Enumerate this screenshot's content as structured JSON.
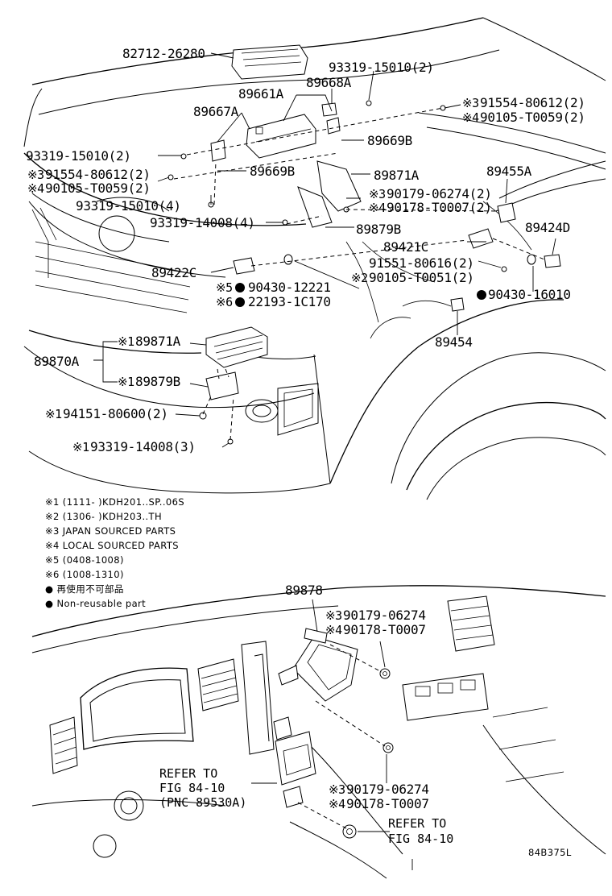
{
  "figure_code": "84B375L",
  "upper_labels": {
    "p82712": "82712-26280",
    "p93319a": "93319-15010(2)",
    "p89661a": "89661A",
    "p89668a": "89668A",
    "p91554r": "91554-80612(2)",
    "p90105r": "90105-T0059(2)",
    "p89667a": "89667A",
    "p89669b1": "89669B",
    "p93319b": "93319-15010(2)",
    "p91554l": "91554-80612(2)",
    "p90105l": "90105-T0059(2)",
    "p89669b2": "89669B",
    "p89871a1": "89871A",
    "p89455a": "89455A",
    "p90179a": "90179-06274(2)",
    "p90178a": "90178-T0007(2)",
    "p93319c": "93319-15010(4)",
    "p93319d": "93319-14008(4)",
    "p89879b1": "89879B",
    "p89424d": "89424D",
    "p89421c": "89421C",
    "p91551": "91551-80616(2)",
    "p89422c": "89422C",
    "p90105s": "90105-T0051(2)",
    "p90430a": "90430-12221",
    "p90430b": "90430-16010",
    "p22193": "22193-1C170",
    "p89871a2": "89871A",
    "p89454": "89454",
    "p89870a": "89870A",
    "p89879b2": "89879B",
    "p94151": "94151-80600(2)",
    "p93319e": "93319-14008(3)"
  },
  "marks": {
    "m3": "※3",
    "m4": "※4",
    "m1": "※1",
    "m2": "※2",
    "m5": "※5",
    "m6": "※6",
    "dot": "●"
  },
  "legend": [
    "※1 (1111-      )KDH201..SP..06S",
    "※2 (1306-      )KDH203..TH",
    "※3 JAPAN SOURCED PARTS",
    "※4 LOCAL SOURCED PARTS",
    "※5 (0408-1008)",
    "※6 (1008-1310)",
    "● 再使用不可部品",
    "● Non-reusable part"
  ],
  "lower_labels": {
    "p89878": "89878",
    "p90179b": "90179-06274",
    "p90178b": "90178-T0007",
    "p90179c": "90179-06274",
    "p90178c": "90178-T0007",
    "refer1_l1": "REFER TO",
    "refer1_l2": "FIG 84-10",
    "refer1_l3": "(PNC 89530A)",
    "refer2_l1": "REFER TO",
    "refer2_l2": "FIG 84-10"
  }
}
